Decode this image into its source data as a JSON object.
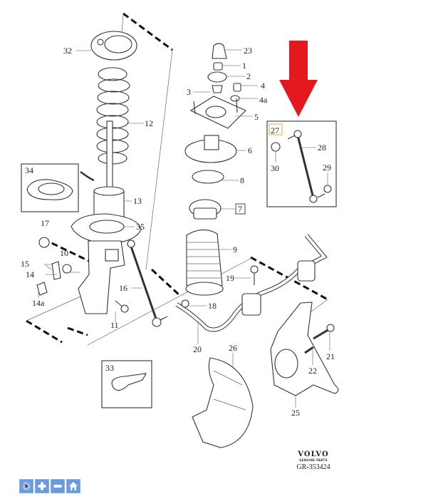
{
  "diagram": {
    "title": "Volvo front suspension exploded view",
    "callouts": [
      {
        "id": "32",
        "text": "32"
      },
      {
        "id": "12",
        "text": "12"
      },
      {
        "id": "34",
        "text": "34"
      },
      {
        "id": "13",
        "text": "13"
      },
      {
        "id": "35",
        "text": "35"
      },
      {
        "id": "17",
        "text": "17"
      },
      {
        "id": "10",
        "text": "10"
      },
      {
        "id": "15",
        "text": "15"
      },
      {
        "id": "14",
        "text": "14"
      },
      {
        "id": "14a",
        "text": "14a"
      },
      {
        "id": "16",
        "text": "16"
      },
      {
        "id": "11",
        "text": "11"
      },
      {
        "id": "23",
        "text": "23"
      },
      {
        "id": "1",
        "text": "1"
      },
      {
        "id": "2",
        "text": "2"
      },
      {
        "id": "3",
        "text": "3"
      },
      {
        "id": "4",
        "text": "4"
      },
      {
        "id": "4a",
        "text": "4a"
      },
      {
        "id": "5",
        "text": "5"
      },
      {
        "id": "6",
        "text": "6"
      },
      {
        "id": "8",
        "text": "8"
      },
      {
        "id": "7",
        "text": "7"
      },
      {
        "id": "9",
        "text": "9"
      },
      {
        "id": "19",
        "text": "19"
      },
      {
        "id": "18",
        "text": "18"
      },
      {
        "id": "20",
        "text": "20"
      },
      {
        "id": "26",
        "text": "26"
      },
      {
        "id": "21",
        "text": "21"
      },
      {
        "id": "22",
        "text": "22"
      },
      {
        "id": "25",
        "text": "25"
      },
      {
        "id": "33",
        "text": "33"
      },
      {
        "id": "27",
        "text": "27"
      },
      {
        "id": "28",
        "text": "28"
      },
      {
        "id": "29",
        "text": "29"
      },
      {
        "id": "30",
        "text": "30"
      }
    ],
    "highlight_arrow_color": "#e3191f",
    "highlighted_callout": "27",
    "highlight_box_color": "#f0c070"
  },
  "branding": {
    "brand": "VOLVO",
    "tagline": "GENUINE PARTS",
    "code": "GR-353424"
  },
  "toolbar": {
    "buttons": [
      {
        "name": "select-tool-button",
        "icon": "cursor-icon"
      },
      {
        "name": "zoom-in-button",
        "icon": "plus-icon"
      },
      {
        "name": "zoom-out-button",
        "icon": "minus-icon"
      },
      {
        "name": "home-button",
        "icon": "home-icon"
      }
    ],
    "color": "#6a9ae0"
  }
}
